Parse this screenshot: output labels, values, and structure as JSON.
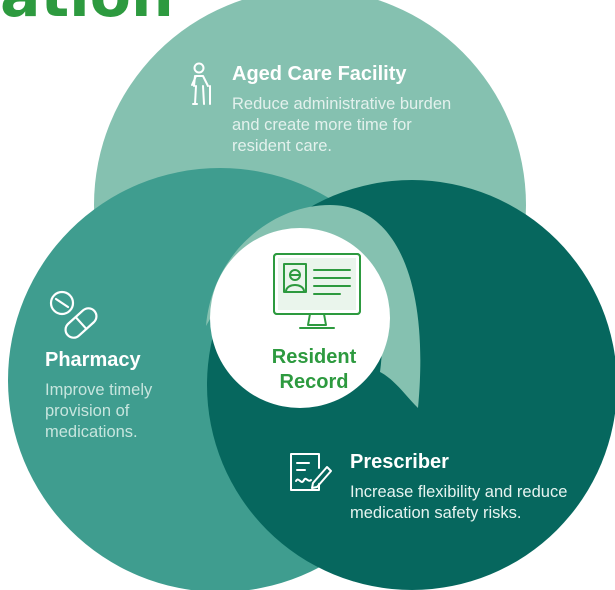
{
  "heading": {
    "text": "ation"
  },
  "colors": {
    "brand_green": "#2d9a3f",
    "aged_care_circle": "#85c1b0",
    "pharmacy_circle": "#3f9d8f",
    "prescriber_circle": "#06675e",
    "center_circle": "#ffffff"
  },
  "center": {
    "label_line1": "Resident",
    "label_line2": "Record",
    "icon": "monitor-resident-record-icon"
  },
  "sections": {
    "aged_care": {
      "title": "Aged Care Facility",
      "description": "Reduce administrative burden and create more time for resident care.",
      "icon": "elderly-person-icon"
    },
    "pharmacy": {
      "title": "Pharmacy",
      "description": "Improve timely provision of medications.",
      "icon": "pills-icon"
    },
    "prescriber": {
      "title": "Prescriber",
      "description": "Increase flexibility and reduce medication safety risks.",
      "icon": "prescription-icon"
    }
  }
}
